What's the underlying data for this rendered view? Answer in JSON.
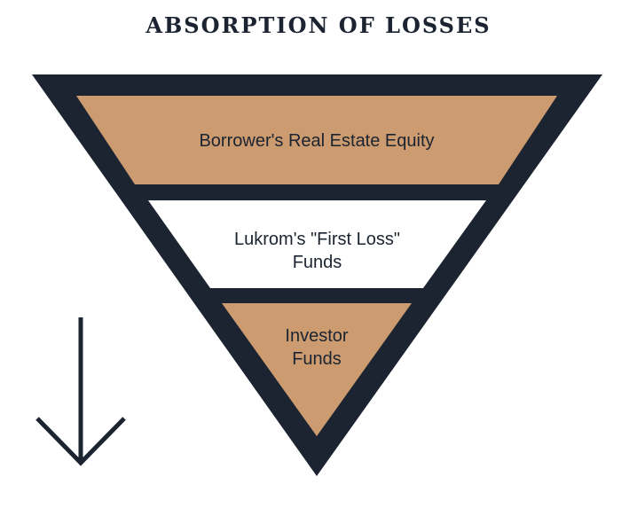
{
  "title": "ABSORPTION OF LOSSES",
  "colors": {
    "outline": "#1b2430",
    "tan": "#cc9b70",
    "white": "#ffffff",
    "text": "#1b2430"
  },
  "layers": [
    {
      "label": "Borrower's Real Estate Equity",
      "fill": "tan",
      "order": 1
    },
    {
      "label_line1": "Lukrom's \"First Loss\"",
      "label_line2": "Funds",
      "fill": "white",
      "order": 2
    },
    {
      "label_line1": "Investor",
      "label_line2": "Funds",
      "fill": "tan",
      "order": 3
    }
  ],
  "arrow": {
    "icon": "down-arrow-icon",
    "direction": "down"
  }
}
